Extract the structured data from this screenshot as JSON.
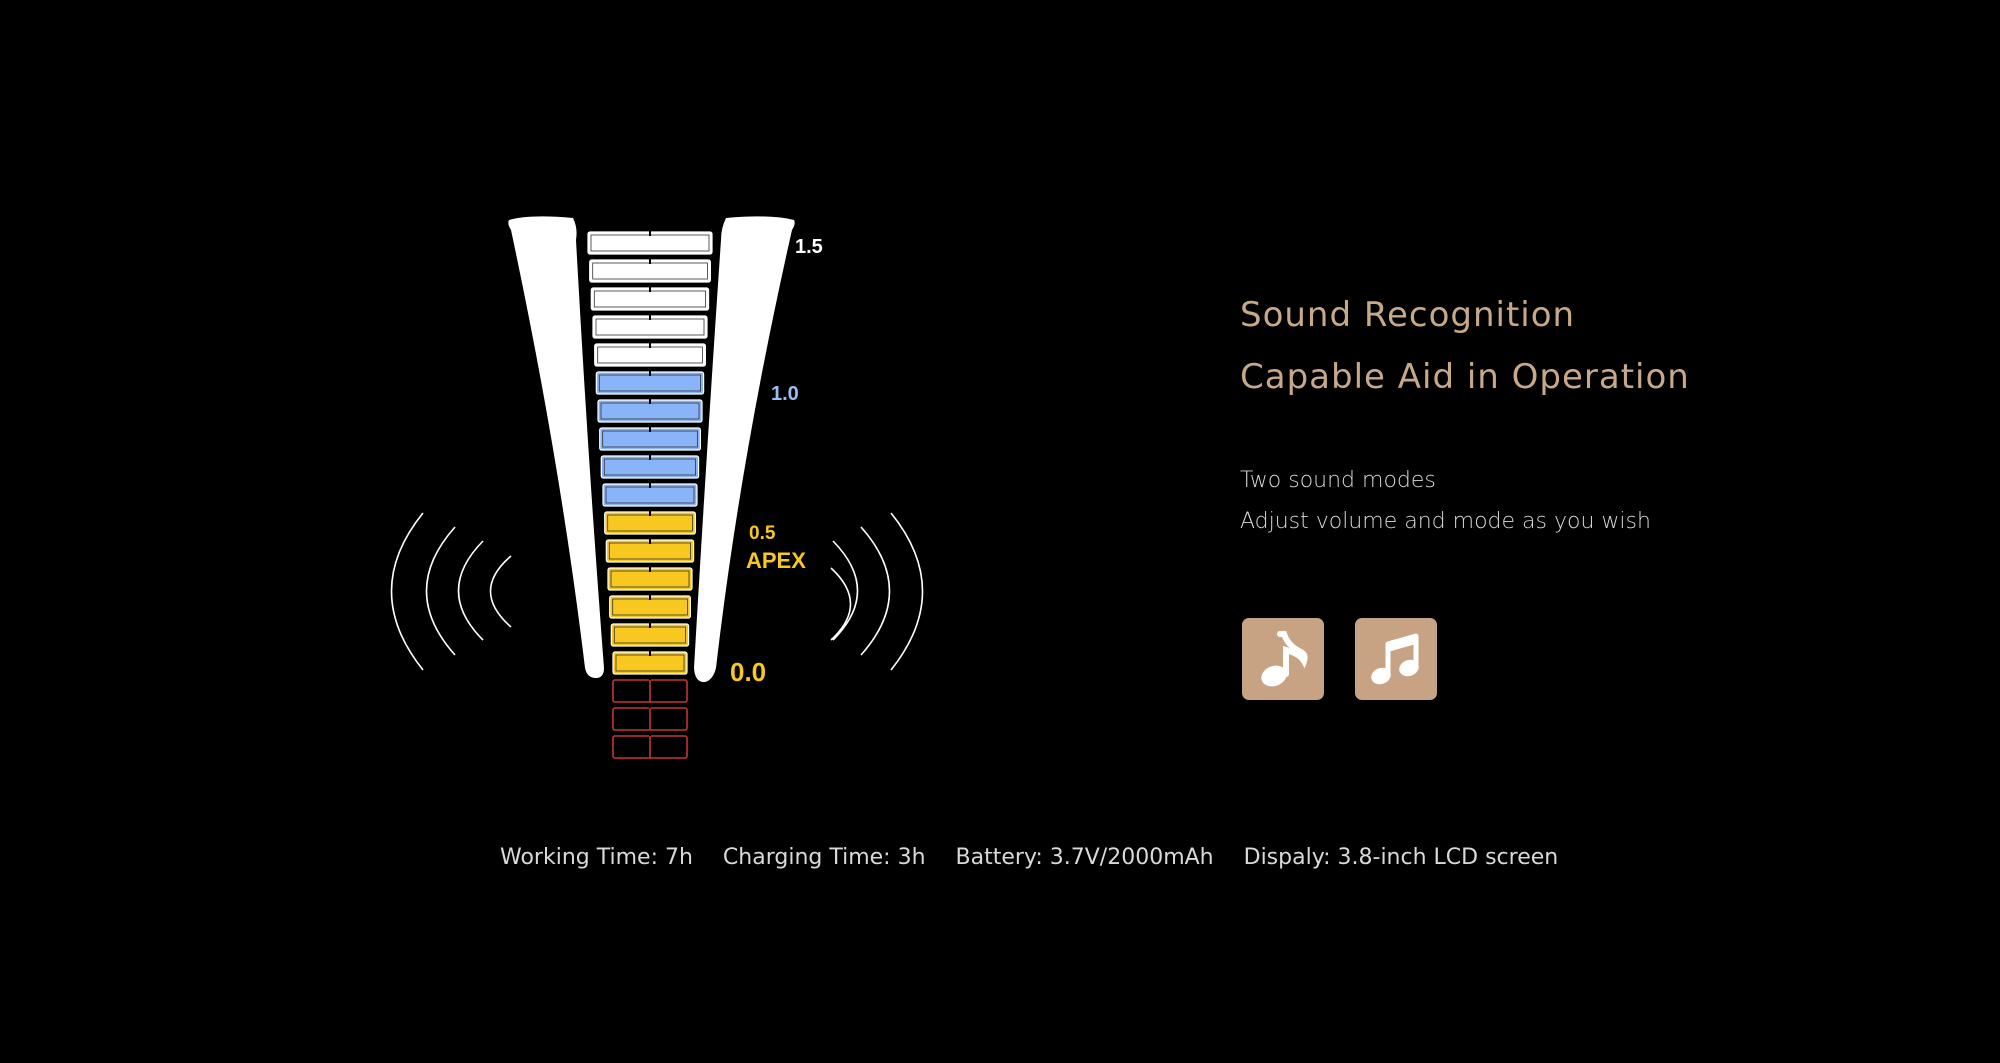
{
  "meter": {
    "labels": {
      "top": "1.5",
      "mid": "1.0",
      "low": "0.5",
      "apex": "APEX",
      "zero": "0.0"
    },
    "colors": {
      "white": "#ffffff",
      "blue": "#8ab4f8",
      "yellow": "#f9c820",
      "red": "#c0353a",
      "mid_label": "#9bbdf5",
      "apex_label": "#f9c820"
    },
    "segments": {
      "white": 5,
      "blue": 5,
      "yellow": 6,
      "red": 3
    }
  },
  "feature": {
    "title_line1": "Sound Recognition",
    "title_line2": "Capable Aid in Operation",
    "desc_line1": "Two sound modes",
    "desc_line2": "Adjust volume and mode as you wish",
    "accent": "#c7a98a",
    "modes": [
      {
        "icon": "single-music-note-icon"
      },
      {
        "icon": "double-music-note-icon"
      }
    ]
  },
  "specs": {
    "working_time": "Working Time: 7h",
    "charging_time": "Charging Time: 3h",
    "battery": "Battery: 3.7V/2000mAh",
    "display": "Dispaly:  3.8-inch LCD screen"
  }
}
